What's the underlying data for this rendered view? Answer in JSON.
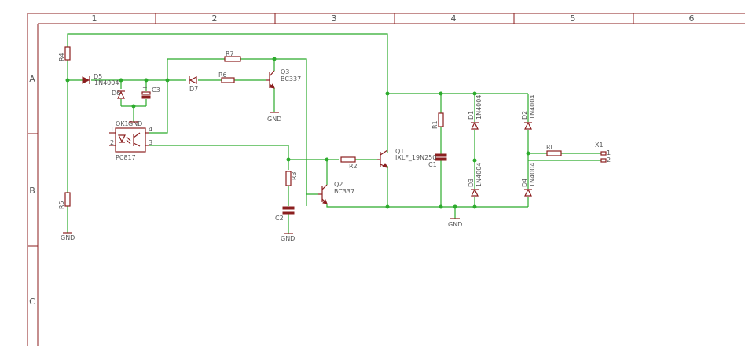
{
  "frame": {
    "columns": [
      "1",
      "2",
      "3",
      "4",
      "5",
      "6"
    ],
    "rows": [
      "A",
      "B",
      "C"
    ]
  },
  "parts": {
    "R4": {
      "name": "R4"
    },
    "R5": {
      "name": "R5"
    },
    "R7": {
      "name": "R7"
    },
    "R6": {
      "name": "R6"
    },
    "R3": {
      "name": "R3"
    },
    "R2": {
      "name": "R2"
    },
    "R1": {
      "name": "R1"
    },
    "RL": {
      "name": "RL"
    },
    "D5": {
      "name": "D5",
      "value": "1N4004"
    },
    "D6": {
      "name": "D6"
    },
    "D7": {
      "name": "D7"
    },
    "D1": {
      "name": "D1",
      "value": "1N4004"
    },
    "D2": {
      "name": "D2",
      "value": "1N4004"
    },
    "D3": {
      "name": "D3",
      "value": "1N4004"
    },
    "D4": {
      "name": "D4",
      "value": "1N4004"
    },
    "C1": {
      "name": "C1"
    },
    "C2": {
      "name": "C2"
    },
    "C3": {
      "name": "C3"
    },
    "Q1": {
      "name": "Q1",
      "value": "IXLF_19N250"
    },
    "Q2": {
      "name": "Q2",
      "value": "BC337"
    },
    "Q3": {
      "name": "Q3",
      "value": "BC337"
    },
    "OK1": {
      "name": "OK1",
      "value": "PC817",
      "pin1": "1",
      "pin2": "2",
      "pin3": "3",
      "pin4": "4",
      "gnd": "GND"
    },
    "X1": {
      "name": "X1",
      "pin1": "1",
      "pin2": "2"
    }
  },
  "gnd": {
    "label": "GND"
  },
  "colors": {
    "frame": "#8b1e1e",
    "wire": "#2bab2b",
    "part": "#8b1e1e",
    "text": "#555555"
  }
}
